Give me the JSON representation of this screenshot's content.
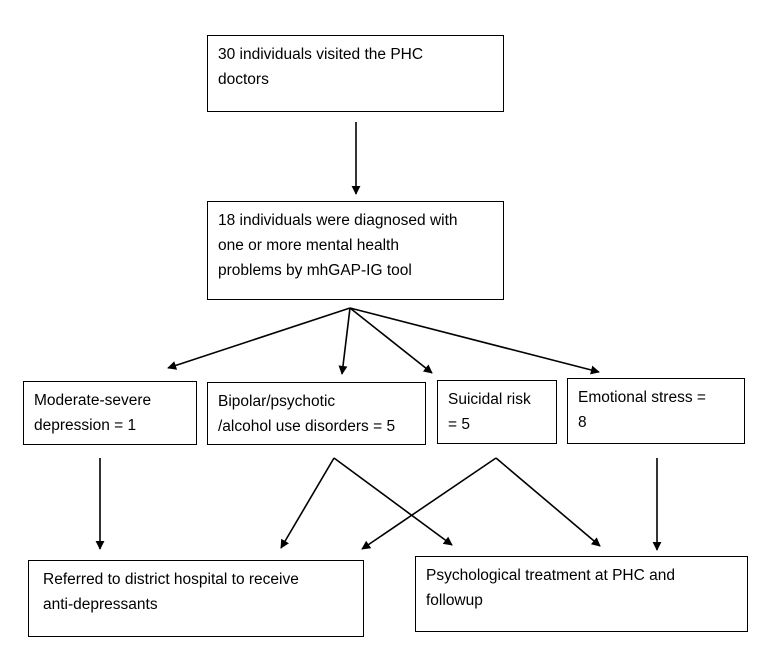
{
  "boxes": {
    "visited": "30 individuals visited the PHC\ndoctors",
    "diagnosed": "18 individuals were diagnosed with\none or more mental health\nproblems by mhGAP-IG tool",
    "depression": "Moderate-severe\ndepression = 1",
    "bipolar": "Bipolar/psychotic\n/alcohol use disorders = 5",
    "suicidal": "Suicidal risk\n= 5",
    "emotional": "Emotional stress =\n8",
    "referred": "Referred to district hospital to receive\nanti-depressants",
    "psych": "Psychological treatment at PHC and\nfollowup"
  },
  "style": {
    "line_color": "#000000",
    "box_border": "#000000",
    "background": "#ffffff"
  }
}
